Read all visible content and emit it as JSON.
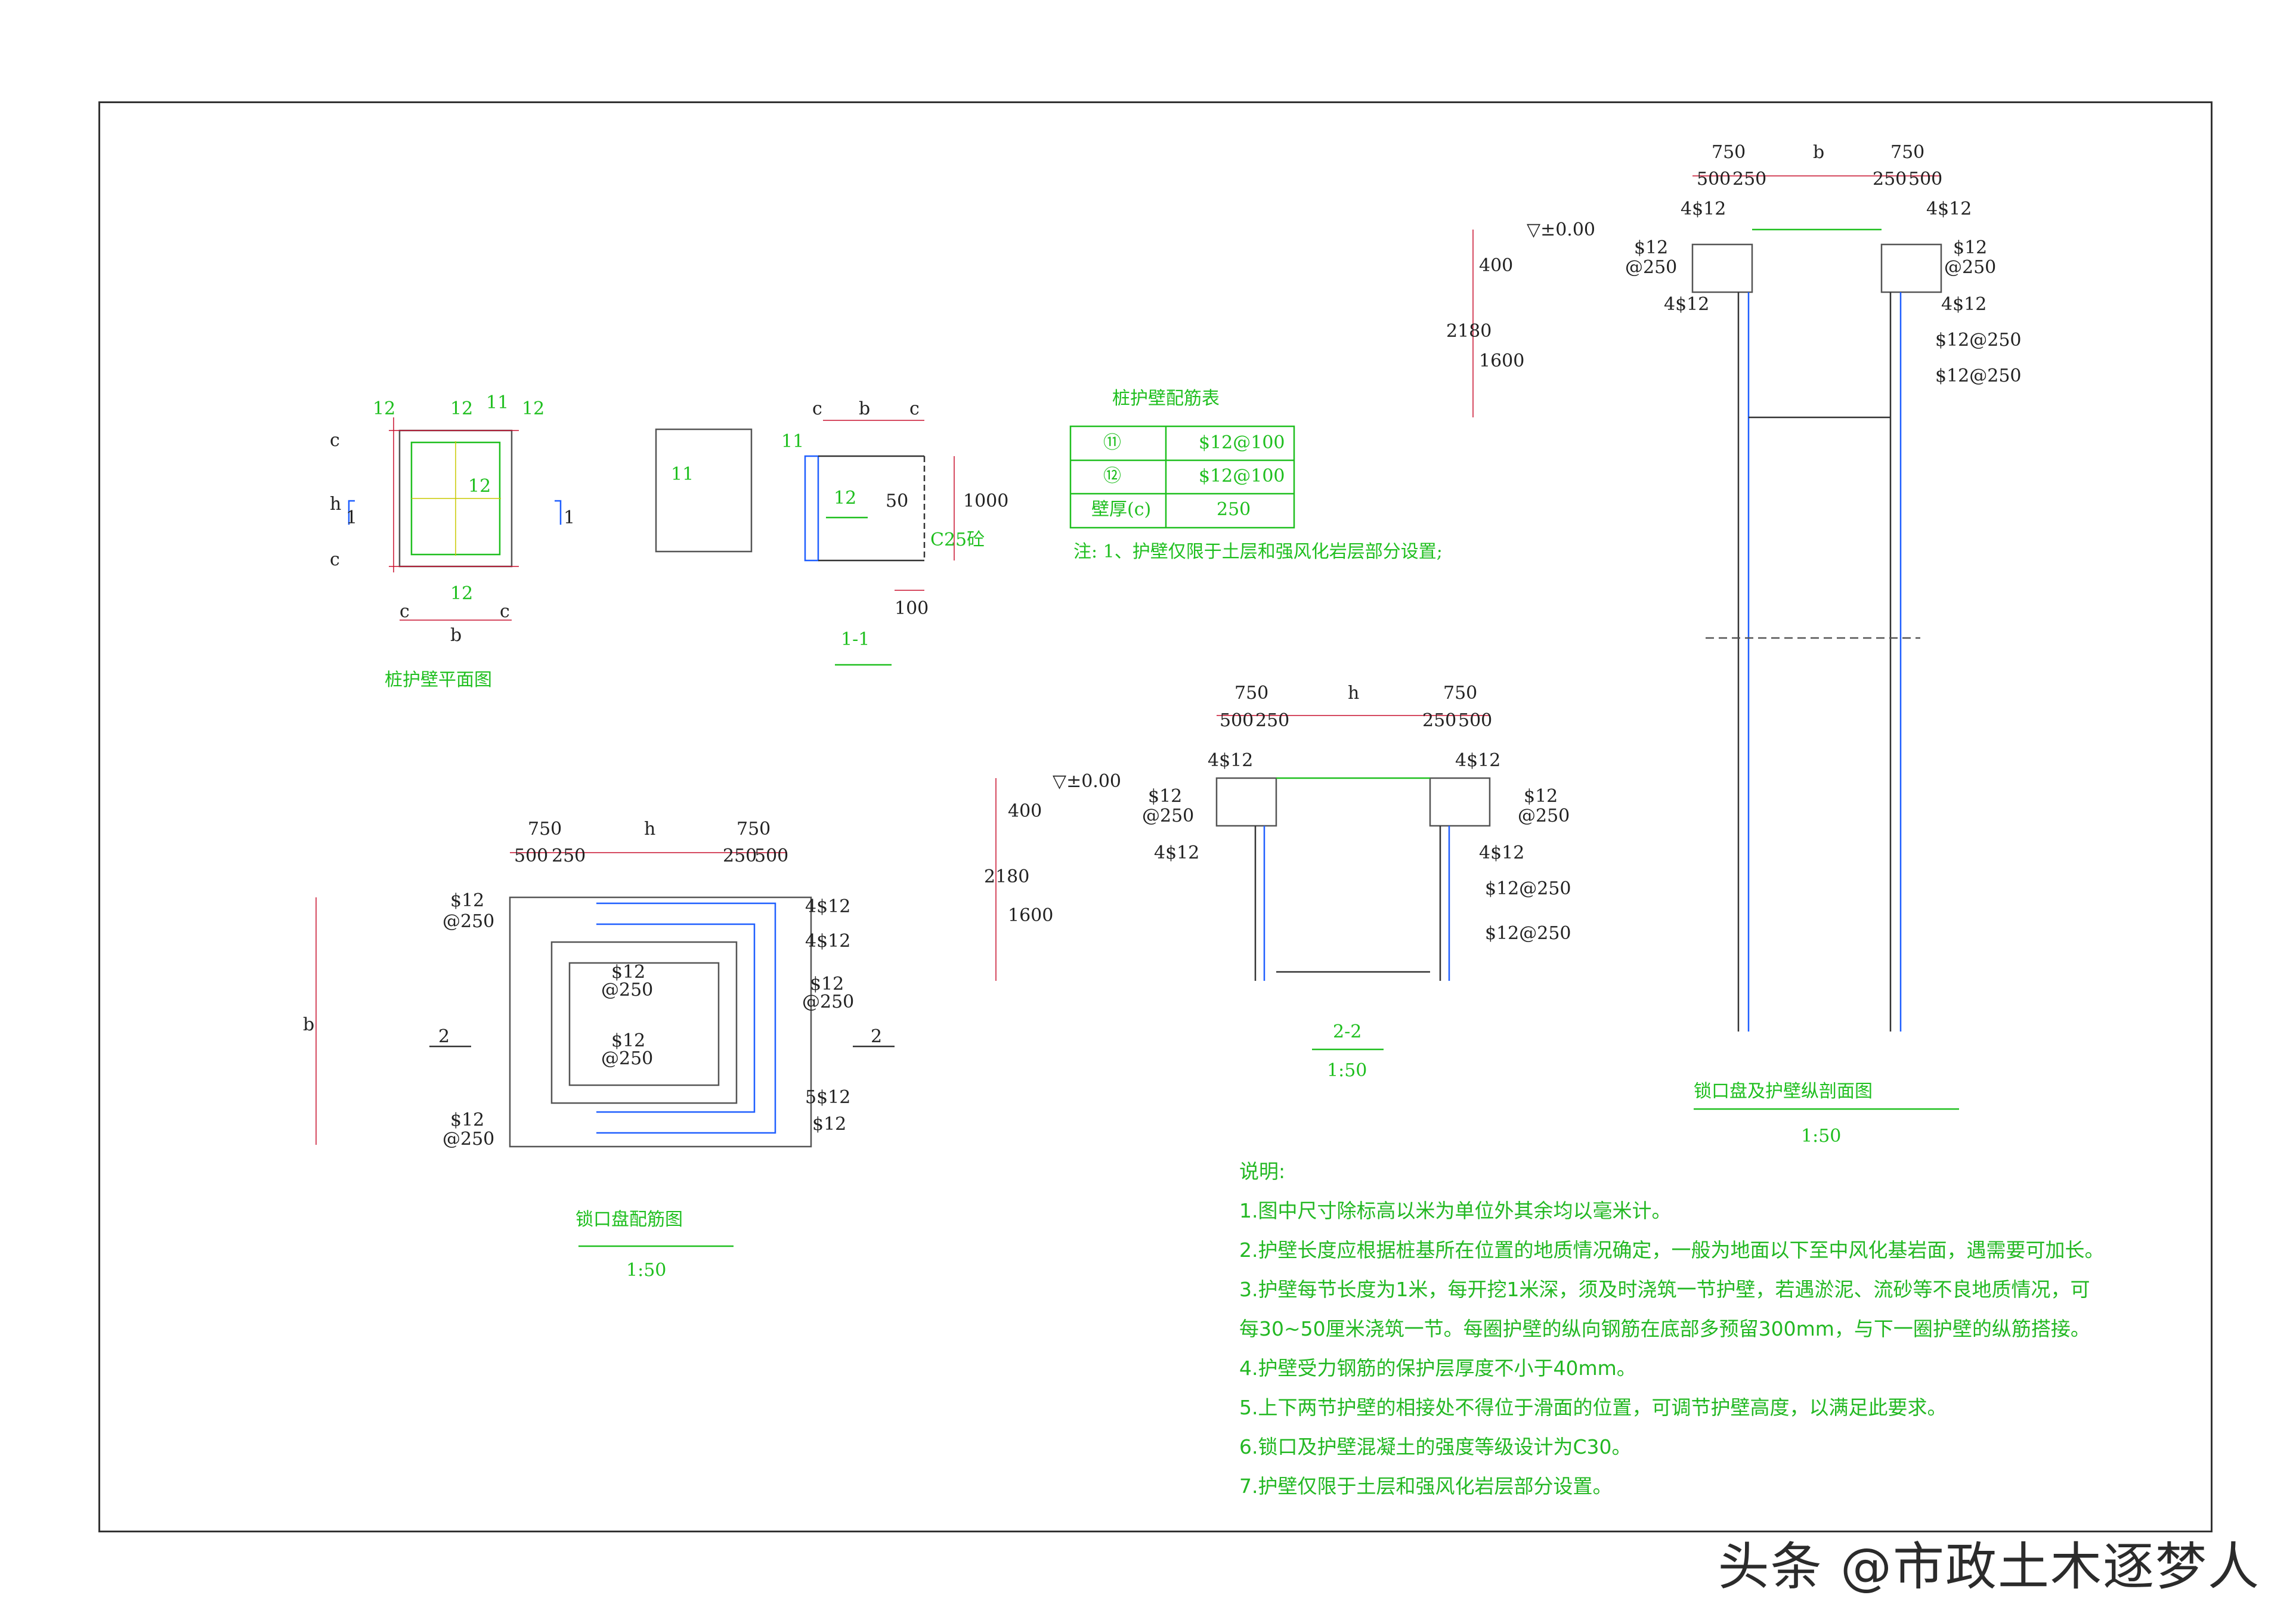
{
  "titles": {
    "plan": "桩护壁平面图",
    "section11": "1-1",
    "table": "桩护壁配筋表",
    "lock_rebar": "锁口盘配筋图",
    "lock_scale": "1:50",
    "section22": "2-2",
    "section22_scale": "1:50",
    "long_section": "锁口盘及护壁纵剖面图",
    "long_scale": "1:50"
  },
  "table": {
    "rows": [
      {
        "key": "⑪",
        "value": "$12@100"
      },
      {
        "key": "⑫",
        "value": "$12@100"
      },
      {
        "key": "壁厚(c)",
        "value": "250"
      }
    ],
    "note": "注: 1、护壁仅限于土层和强风化岩层部分设置;"
  },
  "plan_labels": {
    "c": "c",
    "b": "b",
    "h": "h",
    "one": "1",
    "n11": "11",
    "n12": "12",
    "concrete": "C25砼",
    "d50": "50",
    "d1000": "1000",
    "d100": "100"
  },
  "dims": {
    "d750": "750",
    "d500": "500",
    "d250": "250",
    "b": "b",
    "h": "h",
    "d2180": "2180",
    "d400": "400",
    "d180": "180",
    "d1600": "1600",
    "elev": "▽±0.00",
    "two": "2"
  },
  "rebar": {
    "r4s12": "4$12",
    "r5s12": "5$12",
    "s12": "$12",
    "at250": "@250",
    "s12at250": "$12@250",
    "s12at100": "$12@100"
  },
  "notes": {
    "title": "说明:",
    "items": [
      "1.图中尺寸除标高以米为单位外其余均以毫米计。",
      "2.护壁长度应根据桩基所在位置的地质情况确定，一般为地面以下至中风化基岩面，遇需要可加长。",
      "3.护壁每节长度为1米，每开挖1米深，须及时浇筑一节护壁，若遇淤泥、流砂等不良地质情况，可",
      "   每30~50厘米浇筑一节。每圈护壁的纵向钢筋在底部多预留300mm，与下一圈护壁的纵筋搭接。",
      "4.护壁受力钢筋的保护层厚度不小于40mm。",
      "5.上下两节护壁的相接处不得位于滑面的位置，可调节护壁高度，以满足此要求。",
      "6.锁口及护壁混凝土的强度等级设计为C30。",
      "7.护壁仅限于土层和强风化岩层部分设置。"
    ]
  },
  "watermark": "头条 @市政土木逐梦人",
  "colors": {
    "green": "#1fbf1f",
    "red": "#c8102e",
    "line": "#333333"
  }
}
